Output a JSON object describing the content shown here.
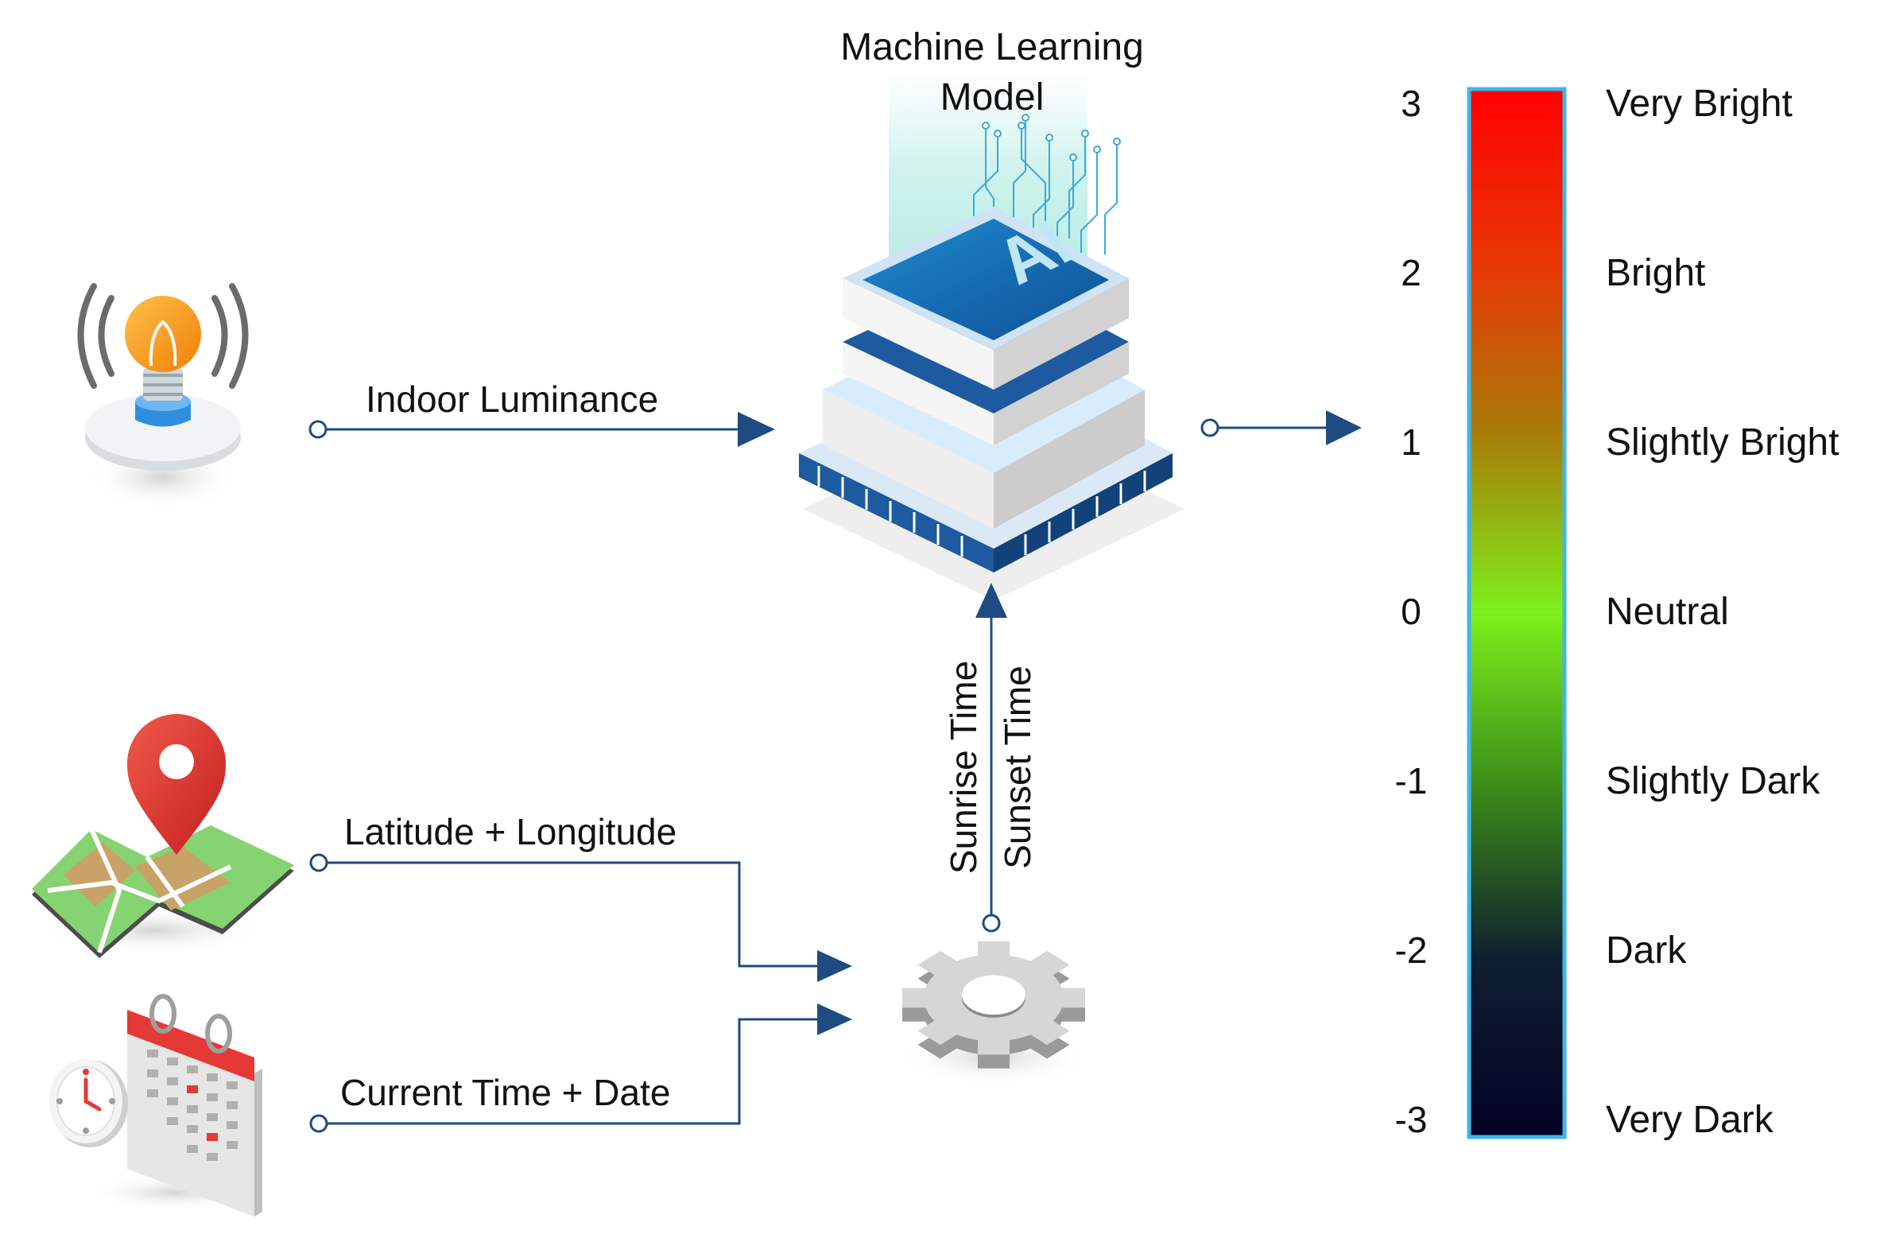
{
  "model": {
    "title_line1": "Machine Learning",
    "title_line2": "Model",
    "chip_text": "AI"
  },
  "inputs": {
    "indoor_luminance": "Indoor Luminance",
    "lat_long": "Latitude + Longitude",
    "time_date": "Current Time + Date"
  },
  "processor": {
    "sunrise": "Sunrise Time",
    "sunset": "Sunset Time"
  },
  "scale": {
    "levels": [
      {
        "value": "3",
        "label": "Very Bright"
      },
      {
        "value": "2",
        "label": "Bright"
      },
      {
        "value": "1",
        "label": "Slightly Bright"
      },
      {
        "value": "0",
        "label": "Neutral"
      },
      {
        "value": "-1",
        "label": "Slightly Dark"
      },
      {
        "value": "-2",
        "label": "Dark"
      },
      {
        "value": "-3",
        "label": "Very Dark"
      }
    ],
    "gradient_colors": [
      "#ff0000",
      "#e83806",
      "#a87d08",
      "#7ef01c",
      "#3a8a18",
      "#0f1f30",
      "#040226"
    ],
    "border_color": "#3fb6e8"
  },
  "colors": {
    "arrow": "#1d4b82"
  }
}
